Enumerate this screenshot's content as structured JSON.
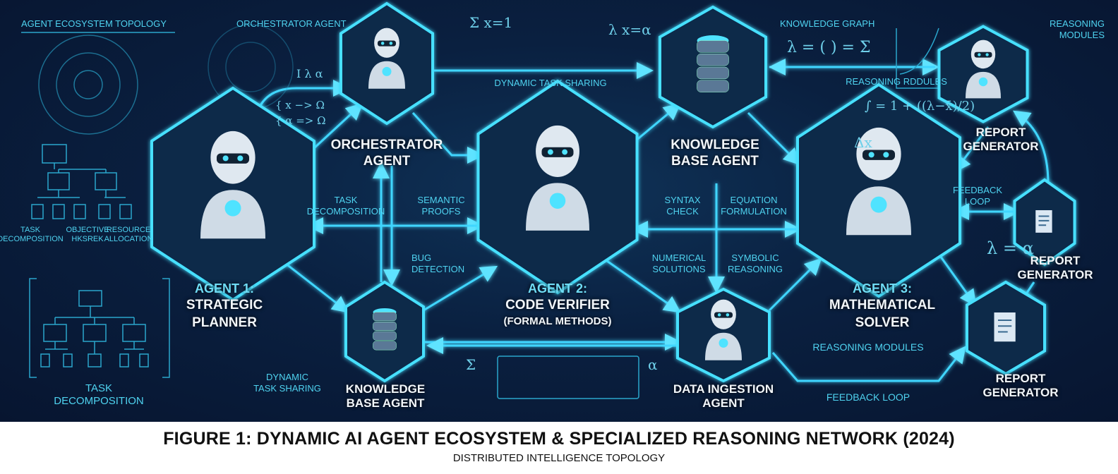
{
  "header_labels": {
    "ecosystem_topology": "AGENT ECOSYSTEM TOPOLOGY",
    "orchestrator_callout": "ORCHESTRATOR AGENT",
    "knowledge_graph": "KNOWLEDGE GRAPH",
    "reasoning_modules_top": "REASONING MODULES"
  },
  "nodes": {
    "agent1": {
      "line1": "AGENT 1:",
      "line2": "STRATEGIC",
      "line3": "PLANNER"
    },
    "orchestrator": {
      "line1": "ORCHESTRATOR",
      "line2": "AGENT"
    },
    "agent2": {
      "line1": "AGENT 2:",
      "line2": "CODE VERIFIER",
      "line3": "(FORMAL METHODS)"
    },
    "kb_top": {
      "line1": "KNOWLEDGE",
      "line2": "BASE AGENT"
    },
    "agent3": {
      "line1": "AGENT 3:",
      "line2": "MATHEMATICAL",
      "line3": "SOLVER"
    },
    "report_top": {
      "line1": "REPORT",
      "line2": "GENERATOR"
    },
    "report_mid": {
      "line1": "REPORT",
      "line2": "GENERATOR"
    },
    "report_bottom": {
      "line1": "REPORT",
      "line2": "GENERATOR"
    },
    "kb_bottom": {
      "line1": "KNOWLEDGE",
      "line2": "BASE AGENT"
    },
    "data_ingestion": {
      "line1": "DATA INGESTION",
      "line2": "AGENT"
    }
  },
  "edge_labels": {
    "dynamic_task_sharing_top": "DYNAMIC TASK SHARING",
    "reasoning_rddules": "REASONING RDDULES",
    "task_decomposition_mid": [
      "TASK",
      "DECOMPOSITION"
    ],
    "semantic_proofs": [
      "SEMANTIC",
      "PROOFS"
    ],
    "syntax_check": [
      "SYNTAX",
      "CHECK"
    ],
    "equation_formulation": [
      "EQUATION",
      "FORMULATION"
    ],
    "feedback_loop_right": [
      "FEEDBACK",
      "LOOP"
    ],
    "bug_detection": [
      "BUG",
      "DETECTION"
    ],
    "numerical_solutions": [
      "NUMERICAL",
      "SOLUTIONS"
    ],
    "symbolic_reasoning": [
      "SYMBOLIC",
      "REASONING"
    ],
    "dynamic_task_sharing_bottom": [
      "DYNAMIC",
      "TASK SHARING"
    ],
    "reasoning_modules_bottom": "REASONING MODULES",
    "feedback_loop_bottom": "FEEDBACK LOOP"
  },
  "tree_labels": {
    "items": [
      [
        "TASK",
        "DECOMPOSITION"
      ],
      [
        "OBJECTIVE",
        "HKSREK"
      ],
      [
        "RESOURCE",
        "ALLOCATION"
      ]
    ],
    "bottom": [
      "TASK",
      "DECOMPOSITION"
    ]
  },
  "math": {
    "sum_x1": "Σ x=1",
    "lambda_alpha": "λ x=α",
    "map1": "{ x −> Ω",
    "map2": "{ α => Ω",
    "greek": "I  λ α",
    "kg_formula": "λ = ( ) = Σ",
    "integral": "∫ = 1 + ((λ−x̄)/2)",
    "delta": "Δx",
    "lam_eq_alpha": "λ = α",
    "sigma": "Σ",
    "alpha": "α"
  },
  "caption": {
    "title": "FIGURE 1: DYNAMIC AI AGENT ECOSYSTEM & SPECIALIZED REASONING NETWORK (2024)",
    "subtitle": "DISTRIBUTED INTELLIGENCE TOPOLOGY"
  },
  "colors": {
    "background": "#0a2040",
    "accent": "#3fd6ff",
    "label": "#4fd3f0",
    "caption": "#111111"
  }
}
